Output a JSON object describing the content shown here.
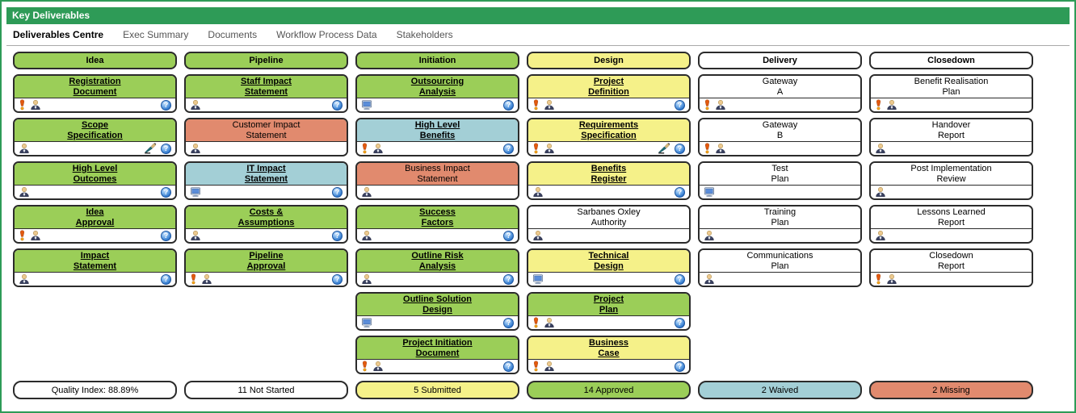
{
  "window": {
    "title": "Key Deliverables"
  },
  "tabs": [
    {
      "label": "Deliverables Centre",
      "active": true
    },
    {
      "label": "Exec Summary",
      "active": false
    },
    {
      "label": "Documents",
      "active": false
    },
    {
      "label": "Workflow Process Data",
      "active": false
    },
    {
      "label": "Stakeholders",
      "active": false
    }
  ],
  "colors": {
    "header_bar_green": "#2E9B57",
    "green": "#9BCE58",
    "yellow": "#F5F189",
    "blue": "#A3CFD6",
    "red": "#E18A6E",
    "white": "#FFFFFF"
  },
  "icon_legend": {
    "alert-icon": "exclamation attention marker",
    "person-icon": "owner / stakeholder",
    "computer-icon": "electronic document / system",
    "signature-icon": "sign-off pen",
    "help-icon": "help question mark"
  },
  "board": {
    "columns": [
      {
        "name": "Idea",
        "color": "green",
        "cards": [
          {
            "title": [
              "Registration",
              "Document"
            ],
            "color": "green",
            "link": true,
            "left_icons": [
              "alert",
              "person"
            ],
            "right_icons": [
              "help"
            ]
          },
          {
            "title": [
              "Scope",
              "Specification"
            ],
            "color": "green",
            "link": true,
            "left_icons": [
              "person"
            ],
            "right_icons": [
              "signature",
              "help"
            ]
          },
          {
            "title": [
              "High Level",
              "Outcomes"
            ],
            "color": "green",
            "link": true,
            "left_icons": [
              "person"
            ],
            "right_icons": [
              "help"
            ]
          },
          {
            "title": [
              "Idea",
              "Approval"
            ],
            "color": "green",
            "link": true,
            "left_icons": [
              "alert",
              "person"
            ],
            "right_icons": [
              "help"
            ]
          },
          {
            "title": [
              "Impact",
              "Statement"
            ],
            "color": "green",
            "link": true,
            "left_icons": [
              "person"
            ],
            "right_icons": [
              "help"
            ]
          }
        ]
      },
      {
        "name": "Pipeline",
        "color": "green",
        "cards": [
          {
            "title": [
              "Staff Impact",
              "Statement"
            ],
            "color": "green",
            "link": true,
            "left_icons": [
              "person"
            ],
            "right_icons": [
              "help"
            ]
          },
          {
            "title": [
              "Customer Impact",
              "Statement"
            ],
            "color": "red",
            "link": false,
            "left_icons": [
              "person"
            ],
            "right_icons": []
          },
          {
            "title": [
              "IT Impact",
              "Statement"
            ],
            "color": "blue",
            "link": true,
            "left_icons": [
              "computer"
            ],
            "right_icons": [
              "help"
            ]
          },
          {
            "title": [
              "Costs &",
              "Assumptions"
            ],
            "color": "green",
            "link": true,
            "left_icons": [
              "person"
            ],
            "right_icons": [
              "help"
            ]
          },
          {
            "title": [
              "Pipeline",
              "Approval"
            ],
            "color": "green",
            "link": true,
            "left_icons": [
              "alert",
              "person"
            ],
            "right_icons": [
              "help"
            ]
          }
        ]
      },
      {
        "name": "Initiation",
        "color": "green",
        "cards": [
          {
            "title": [
              "Outsourcing",
              "Analysis"
            ],
            "color": "green",
            "link": true,
            "left_icons": [
              "computer"
            ],
            "right_icons": [
              "help"
            ]
          },
          {
            "title": [
              "High Level",
              "Benefits"
            ],
            "color": "blue",
            "link": true,
            "left_icons": [
              "alert",
              "person"
            ],
            "right_icons": [
              "help"
            ]
          },
          {
            "title": [
              "Business Impact",
              "Statement"
            ],
            "color": "red",
            "link": false,
            "left_icons": [
              "person"
            ],
            "right_icons": []
          },
          {
            "title": [
              "Success",
              "Factors"
            ],
            "color": "green",
            "link": true,
            "left_icons": [
              "person"
            ],
            "right_icons": [
              "help"
            ]
          },
          {
            "title": [
              "Outline Risk",
              "Analysis"
            ],
            "color": "green",
            "link": true,
            "left_icons": [
              "person"
            ],
            "right_icons": [
              "help"
            ]
          },
          {
            "title": [
              "Outline Solution",
              "Design"
            ],
            "color": "green",
            "link": true,
            "left_icons": [
              "computer"
            ],
            "right_icons": [
              "help"
            ]
          },
          {
            "title": [
              "Project Initiation",
              "Document"
            ],
            "color": "green",
            "link": true,
            "left_icons": [
              "alert",
              "person"
            ],
            "right_icons": [
              "help"
            ]
          }
        ]
      },
      {
        "name": "Design",
        "color": "yellow",
        "cards": [
          {
            "title": [
              "Project",
              "Definition"
            ],
            "color": "yellow",
            "link": true,
            "left_icons": [
              "alert",
              "person"
            ],
            "right_icons": [
              "help"
            ]
          },
          {
            "title": [
              "Requirements",
              "Specification"
            ],
            "color": "yellow",
            "link": true,
            "left_icons": [
              "alert",
              "person"
            ],
            "right_icons": [
              "signature",
              "help"
            ]
          },
          {
            "title": [
              "Benefits",
              "Register"
            ],
            "color": "yellow",
            "link": true,
            "left_icons": [
              "person"
            ],
            "right_icons": [
              "help"
            ]
          },
          {
            "title": [
              "Sarbanes Oxley",
              "Authority"
            ],
            "color": "white",
            "link": false,
            "left_icons": [
              "person"
            ],
            "right_icons": []
          },
          {
            "title": [
              "Technical",
              "Design"
            ],
            "color": "yellow",
            "link": true,
            "left_icons": [
              "computer"
            ],
            "right_icons": [
              "help"
            ]
          },
          {
            "title": [
              "Project",
              "Plan"
            ],
            "color": "green",
            "link": true,
            "left_icons": [
              "alert",
              "person"
            ],
            "right_icons": [
              "help"
            ]
          },
          {
            "title": [
              "Business",
              "Case"
            ],
            "color": "yellow",
            "link": true,
            "left_icons": [
              "alert",
              "person"
            ],
            "right_icons": [
              "help"
            ]
          }
        ]
      },
      {
        "name": "Delivery",
        "color": "white",
        "cards": [
          {
            "title": [
              "Gateway",
              "A"
            ],
            "color": "white",
            "link": false,
            "left_icons": [
              "alert",
              "person"
            ],
            "right_icons": []
          },
          {
            "title": [
              "Gateway",
              "B"
            ],
            "color": "white",
            "link": false,
            "left_icons": [
              "alert",
              "person"
            ],
            "right_icons": []
          },
          {
            "title": [
              "Test",
              "Plan"
            ],
            "color": "white",
            "link": false,
            "left_icons": [
              "computer"
            ],
            "right_icons": []
          },
          {
            "title": [
              "Training",
              "Plan"
            ],
            "color": "white",
            "link": false,
            "left_icons": [
              "person"
            ],
            "right_icons": []
          },
          {
            "title": [
              "Communications",
              "Plan"
            ],
            "color": "white",
            "link": false,
            "left_icons": [
              "person"
            ],
            "right_icons": []
          }
        ]
      },
      {
        "name": "Closedown",
        "color": "white",
        "cards": [
          {
            "title": [
              "Benefit Realisation",
              "Plan"
            ],
            "color": "white",
            "link": false,
            "left_icons": [
              "alert",
              "person"
            ],
            "right_icons": []
          },
          {
            "title": [
              "Handover",
              "Report"
            ],
            "color": "white",
            "link": false,
            "left_icons": [
              "person"
            ],
            "right_icons": []
          },
          {
            "title": [
              "Post Implementation",
              "Review"
            ],
            "color": "white",
            "link": false,
            "left_icons": [
              "person"
            ],
            "right_icons": []
          },
          {
            "title": [
              "Lessons Learned",
              "Report"
            ],
            "color": "white",
            "link": false,
            "left_icons": [
              "person"
            ],
            "right_icons": []
          },
          {
            "title": [
              "Closedown",
              "Report"
            ],
            "color": "white",
            "link": false,
            "left_icons": [
              "alert",
              "person"
            ],
            "right_icons": []
          }
        ]
      }
    ]
  },
  "status_bar": [
    {
      "label": "Quality Index: 88.89%",
      "color": "white"
    },
    {
      "label": "11 Not Started",
      "color": "white"
    },
    {
      "label": "5 Submitted",
      "color": "yellow"
    },
    {
      "label": "14 Approved",
      "color": "green"
    },
    {
      "label": "2 Waived",
      "color": "blue"
    },
    {
      "label": "2 Missing",
      "color": "red"
    }
  ]
}
